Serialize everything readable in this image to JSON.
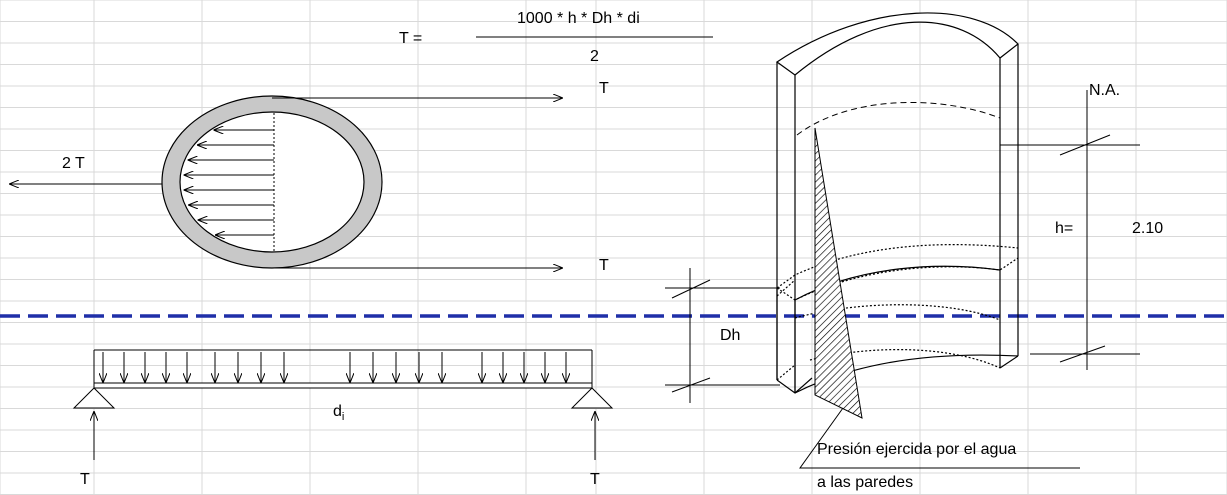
{
  "formula": {
    "lhs": "T =",
    "numerator": "1000 * h * Dh * di",
    "denominator": "2"
  },
  "labels": {
    "t_top": "T",
    "t_bottom": "T",
    "two_t": "2 T",
    "na": "N.A.",
    "h_label": "h=",
    "h_value": "2.10",
    "dh": "Dh",
    "di_main": "d",
    "di_sub": "i",
    "support_left_t": "T",
    "support_right_t": "T",
    "pressure_line1": "Presión ejercida por el agua",
    "pressure_line2": "a las paredes"
  },
  "colors": {
    "ring_fill": "#c8c8c8",
    "cut_line": "#1f2fa8",
    "grid": "#d9d9d9"
  }
}
